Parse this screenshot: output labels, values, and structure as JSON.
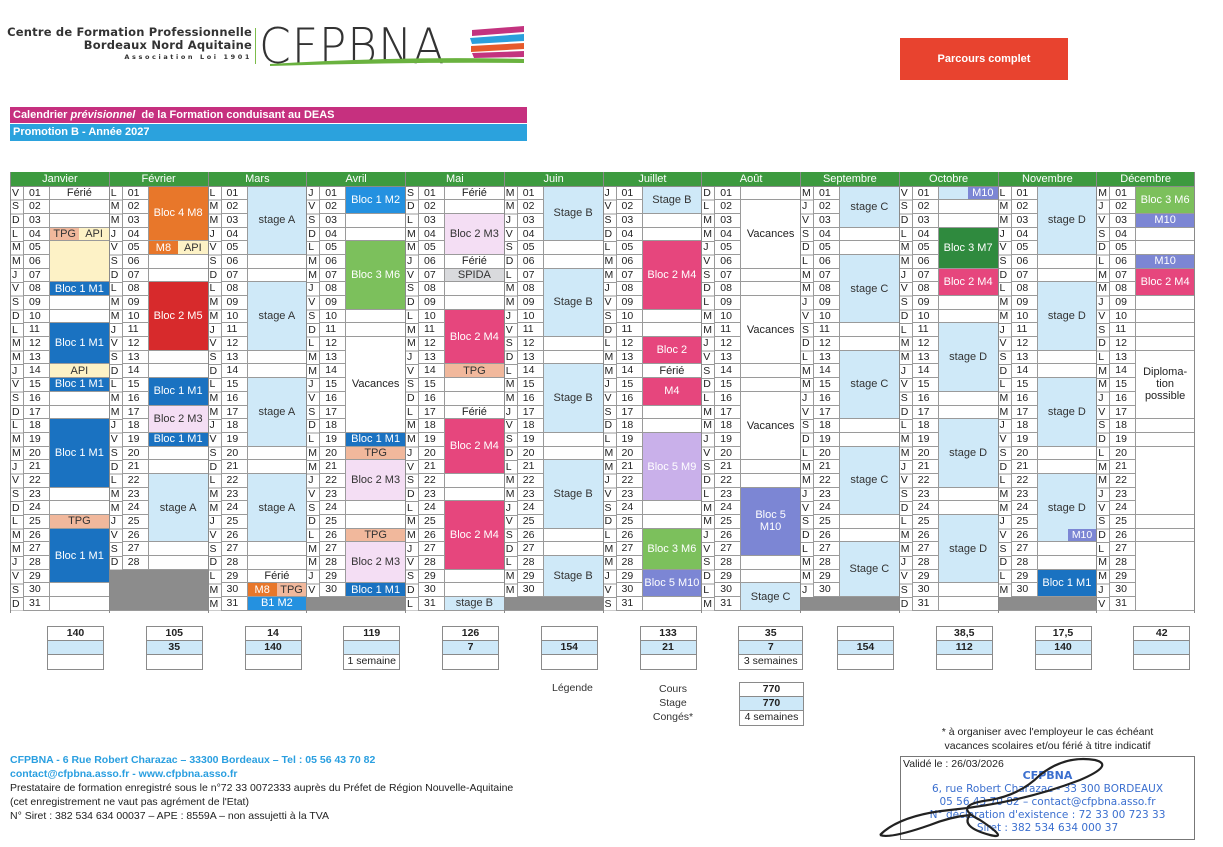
{
  "header": {
    "org_line1": "Centre de Formation Professionnelle",
    "org_line2": "Bordeaux Nord Aquitaine",
    "org_line3": "Association Loi 1901",
    "logo_word": "CFPBNA",
    "title_prefix": "Calendrier ",
    "title_italic": "prévisionnel",
    "title_suffix": "  de la Formation conduisant au DEAS",
    "promotion": "Promotion B - Année 2027",
    "parcours_button": "Parcours complet"
  },
  "palette": {
    "white": {
      "bg": "#ffffff",
      "fg": "#222222"
    },
    "b1": {
      "bg": "#1a72c1",
      "fg": "#ffffff"
    },
    "b1m2": {
      "bg": "#2491e0",
      "fg": "#ffffff"
    },
    "stage": {
      "bg": "#cfe9f8",
      "fg": "#333333"
    },
    "orange": {
      "bg": "#e8772a",
      "fg": "#ffffff"
    },
    "red": {
      "bg": "#d72a2c",
      "fg": "#ffffff"
    },
    "lilac": {
      "bg": "#f4def4",
      "fg": "#333333"
    },
    "green": {
      "bg": "#7cc05c",
      "fg": "#ffffff"
    },
    "dkgreen": {
      "bg": "#2f8a3e",
      "fg": "#ffffff"
    },
    "pink": {
      "bg": "#e6467d",
      "fg": "#ffffff"
    },
    "lav": {
      "bg": "#c9b0ea",
      "fg": "#ffffff"
    },
    "m10": {
      "bg": "#7c86d4",
      "fg": "#ffffff"
    },
    "tpg": {
      "bg": "#f1b89c",
      "fg": "#333333"
    },
    "api": {
      "bg": "#fdf2c6",
      "fg": "#333333"
    },
    "spida": {
      "bg": "#d9dadd",
      "fg": "#333333"
    }
  },
  "calendar": {
    "months": [
      {
        "name": "Janvier",
        "days": 31,
        "weekdays": "VSDLMMJVSDLMMJVSDLMMJVSDLMMJVSD",
        "events": [
          {
            "from": 1,
            "to": 1,
            "label": "Férié",
            "c": "white"
          },
          {
            "from": 4,
            "to": 4,
            "parts": [
              {
                "label": "TPG",
                "c": "tpg"
              },
              {
                "label": "API",
                "c": "api"
              }
            ]
          },
          {
            "from": 5,
            "to": 7,
            "label": "",
            "c": "api"
          },
          {
            "from": 8,
            "to": 8,
            "label": "Bloc 1 M1",
            "c": "b1"
          },
          {
            "from": 11,
            "to": 13,
            "label": "Bloc 1 M1",
            "c": "b1"
          },
          {
            "from": 14,
            "to": 14,
            "label": "API",
            "c": "api"
          },
          {
            "from": 15,
            "to": 15,
            "label": "Bloc 1 M1",
            "c": "b1"
          },
          {
            "from": 18,
            "to": 22,
            "label": "Bloc 1 M1",
            "c": "b1"
          },
          {
            "from": 25,
            "to": 25,
            "label": "TPG",
            "c": "tpg"
          },
          {
            "from": 26,
            "to": 29,
            "label": "Bloc 1 M1",
            "c": "b1"
          }
        ]
      },
      {
        "name": "Février",
        "days": 28,
        "weekdays": "LMMJVSDLMMJVSDLMMJVSDLMMJVSD",
        "events": [
          {
            "from": 1,
            "to": 4,
            "label": "Bloc 4 M8",
            "c": "orange"
          },
          {
            "from": 5,
            "to": 5,
            "parts": [
              {
                "label": "M8",
                "c": "orange"
              },
              {
                "label": "API",
                "c": "api"
              }
            ]
          },
          {
            "from": 8,
            "to": 12,
            "label": "Bloc 2 M5",
            "c": "red"
          },
          {
            "from": 15,
            "to": 16,
            "label": "Bloc 1 M1",
            "c": "b1"
          },
          {
            "from": 17,
            "to": 18,
            "label": "Bloc 2 M3",
            "c": "lilac"
          },
          {
            "from": 19,
            "to": 19,
            "label": "Bloc 1 M1",
            "c": "b1"
          },
          {
            "from": 22,
            "to": 26,
            "label": "stage A",
            "c": "stage"
          }
        ]
      },
      {
        "name": "Mars",
        "days": 31,
        "weekdays": "LMMJVSDLMMJVSDLMMJVSDLMMJVSDLMM",
        "events": [
          {
            "from": 1,
            "to": 5,
            "label": "stage A",
            "c": "stage"
          },
          {
            "from": 8,
            "to": 12,
            "label": "stage A",
            "c": "stage"
          },
          {
            "from": 15,
            "to": 19,
            "label": "stage A",
            "c": "stage"
          },
          {
            "from": 22,
            "to": 26,
            "label": "stage A",
            "c": "stage"
          },
          {
            "from": 29,
            "to": 29,
            "label": "Férié",
            "c": "white"
          },
          {
            "from": 30,
            "to": 30,
            "parts": [
              {
                "label": "M8",
                "c": "orange"
              },
              {
                "label": "TPG",
                "c": "tpg"
              }
            ]
          },
          {
            "from": 31,
            "to": 31,
            "label": "B1 M2",
            "c": "b1m2"
          }
        ]
      },
      {
        "name": "Avril",
        "days": 30,
        "weekdays": "JVSDLMMJVSDLMMJVSDLMMJVSDLMMJV",
        "events": [
          {
            "from": 1,
            "to": 2,
            "label": "Bloc 1 M2",
            "c": "b1m2"
          },
          {
            "from": 5,
            "to": 9,
            "label": "Bloc 3 M6",
            "c": "green"
          },
          {
            "from": 12,
            "to": 18,
            "label": "Vacances",
            "c": "white"
          },
          {
            "from": 19,
            "to": 19,
            "label": "Bloc 1 M1",
            "c": "b1"
          },
          {
            "from": 20,
            "to": 20,
            "label": "TPG",
            "c": "tpg"
          },
          {
            "from": 21,
            "to": 23,
            "label": "Bloc 2 M3",
            "c": "lilac"
          },
          {
            "from": 26,
            "to": 26,
            "label": "TPG",
            "c": "tpg"
          },
          {
            "from": 27,
            "to": 29,
            "label": "Bloc 2 M3",
            "c": "lilac"
          },
          {
            "from": 30,
            "to": 30,
            "label": "Bloc 1 M1",
            "c": "b1"
          }
        ]
      },
      {
        "name": "Mai",
        "days": 31,
        "weekdays": "SDLMMJVSDLMMJVSDLMMJVSDLMMJVSDL",
        "events": [
          {
            "from": 1,
            "to": 1,
            "label": "Férié",
            "c": "white"
          },
          {
            "from": 3,
            "to": 5,
            "label": "Bloc 2 M3",
            "c": "lilac"
          },
          {
            "from": 6,
            "to": 6,
            "label": "Férié",
            "c": "white"
          },
          {
            "from": 7,
            "to": 7,
            "label": "SPIDA",
            "c": "spida"
          },
          {
            "from": 10,
            "to": 13,
            "label": "Bloc 2 M4",
            "c": "pink"
          },
          {
            "from": 14,
            "to": 14,
            "label": "TPG",
            "c": "tpg"
          },
          {
            "from": 17,
            "to": 17,
            "label": "Férié",
            "c": "white"
          },
          {
            "from": 18,
            "to": 21,
            "label": "Bloc 2 M4",
            "c": "pink"
          },
          {
            "from": 24,
            "to": 28,
            "label": "Bloc 2 M4",
            "c": "pink"
          },
          {
            "from": 31,
            "to": 31,
            "label": "stage B",
            "c": "stage"
          }
        ]
      },
      {
        "name": "Juin",
        "days": 30,
        "weekdays": "MMJVSDLMMJVSDLMMJVSDLMMJVSDLMM",
        "events": [
          {
            "from": 1,
            "to": 4,
            "label": "Stage B",
            "c": "stage"
          },
          {
            "from": 7,
            "to": 11,
            "label": "Stage B",
            "c": "stage"
          },
          {
            "from": 14,
            "to": 18,
            "label": "Stage B",
            "c": "stage"
          },
          {
            "from": 21,
            "to": 25,
            "label": "Stage B",
            "c": "stage"
          },
          {
            "from": 28,
            "to": 30,
            "label": "Stage B",
            "c": "stage"
          }
        ]
      },
      {
        "name": "Juillet",
        "days": 31,
        "weekdays": "JVSDLMMJVSDLMMJVSDLMMJVSDLMMJVS",
        "events": [
          {
            "from": 1,
            "to": 2,
            "label": "Stage B",
            "c": "stage"
          },
          {
            "from": 5,
            "to": 9,
            "label": "Bloc 2 M4",
            "c": "pink"
          },
          {
            "from": 12,
            "to": 13,
            "label": "Bloc 2",
            "c": "pink"
          },
          {
            "from": 14,
            "to": 14,
            "label": "Férié",
            "c": "white"
          },
          {
            "from": 15,
            "to": 16,
            "label": "M4",
            "c": "pink"
          },
          {
            "from": 19,
            "to": 23,
            "label": "Bloc 5 M9",
            "c": "lav"
          },
          {
            "from": 26,
            "to": 28,
            "label": "Bloc 3 M6",
            "c": "green"
          },
          {
            "from": 29,
            "to": 30,
            "label": "Bloc 5 M10",
            "c": "m10"
          }
        ]
      },
      {
        "name": "Août",
        "days": 31,
        "weekdays": "DLMMJVSDLMMJVSDLMMJVSDLMMJVSDLM",
        "events": [
          {
            "from": 2,
            "to": 6,
            "label": "Vacances",
            "c": "white"
          },
          {
            "from": 9,
            "to": 13,
            "label": "Vacances",
            "c": "white"
          },
          {
            "from": 16,
            "to": 20,
            "label": "Vacances",
            "c": "white"
          },
          {
            "from": 23,
            "to": 27,
            "label": "Bloc 5\nM10",
            "c": "m10"
          },
          {
            "from": 30,
            "to": 31,
            "label": "Stage C",
            "c": "stage"
          }
        ]
      },
      {
        "name": "Septembre",
        "days": 30,
        "weekdays": "MJVSDLMMJVSDLMMJVSDLMMJVSDLMMJ",
        "events": [
          {
            "from": 1,
            "to": 3,
            "label": "stage C",
            "c": "stage"
          },
          {
            "from": 6,
            "to": 10,
            "label": "stage C",
            "c": "stage"
          },
          {
            "from": 13,
            "to": 17,
            "label": "stage C",
            "c": "stage"
          },
          {
            "from": 20,
            "to": 24,
            "label": "stage C",
            "c": "stage"
          },
          {
            "from": 27,
            "to": 30,
            "label": "Stage C",
            "c": "stage"
          }
        ]
      },
      {
        "name": "Octobre",
        "days": 31,
        "weekdays": "VSDLMMJVSDLMMJVSDLMMJVSDLMMJVSD",
        "events": [
          {
            "from": 1,
            "to": 1,
            "parts": [
              {
                "label": "",
                "c": "stage"
              },
              {
                "label": "M10",
                "c": "m10"
              }
            ]
          },
          {
            "from": 4,
            "to": 6,
            "label": "Bloc 3 M7",
            "c": "dkgreen"
          },
          {
            "from": 7,
            "to": 8,
            "label": "Bloc 2 M4",
            "c": "pink"
          },
          {
            "from": 11,
            "to": 15,
            "label": "stage D",
            "c": "stage"
          },
          {
            "from": 18,
            "to": 22,
            "label": "stage D",
            "c": "stage"
          },
          {
            "from": 25,
            "to": 29,
            "label": "stage D",
            "c": "stage"
          }
        ]
      },
      {
        "name": "Novembre",
        "days": 30,
        "weekdays": "LMMJVSDLMMJVSDLMMJVSDLMMJVSDLM",
        "events": [
          {
            "from": 1,
            "to": 5,
            "label": "stage D",
            "c": "stage"
          },
          {
            "from": 8,
            "to": 12,
            "label": "stage D",
            "c": "stage"
          },
          {
            "from": 15,
            "to": 19,
            "label": "stage D",
            "c": "stage"
          },
          {
            "from": 22,
            "to": 26,
            "label": "stage D",
            "c": "stage",
            "badge": {
              "label": "M10",
              "c": "m10"
            }
          },
          {
            "from": 29,
            "to": 30,
            "label": "Bloc 1 M1",
            "c": "b1"
          }
        ]
      },
      {
        "name": "Décembre",
        "days": 31,
        "weekdays": "MJVSDLMMJVSDLMMJVSDLMMJVSDLMMJV",
        "events": [
          {
            "from": 1,
            "to": 2,
            "label": "Bloc 3 M6",
            "c": "green"
          },
          {
            "from": 3,
            "to": 3,
            "label": "M10",
            "c": "m10"
          },
          {
            "from": 6,
            "to": 6,
            "label": "M10",
            "c": "m10"
          },
          {
            "from": 7,
            "to": 8,
            "label": "Bloc 2 M4",
            "c": "pink"
          },
          {
            "from": 13,
            "to": 17,
            "label": "Diploma-\ntion\npossible",
            "c": "white"
          },
          {
            "from": 20,
            "to": 24,
            "label": "",
            "c": "white"
          },
          {
            "from": 27,
            "to": 31,
            "label": "",
            "c": "white"
          }
        ]
      }
    ]
  },
  "totals": [
    {
      "cours": "140",
      "stage": "",
      "conges": ""
    },
    {
      "cours": "105",
      "stage": "35",
      "conges": ""
    },
    {
      "cours": "14",
      "stage": "140",
      "conges": ""
    },
    {
      "cours": "119",
      "stage": "",
      "conges": "1 semaine"
    },
    {
      "cours": "126",
      "stage": "7",
      "conges": ""
    },
    {
      "cours": "",
      "stage": "154",
      "conges": ""
    },
    {
      "cours": "133",
      "stage": "21",
      "conges": ""
    },
    {
      "cours": "35",
      "stage": "7",
      "conges": "3 semaines"
    },
    {
      "cours": "",
      "stage": "154",
      "conges": ""
    },
    {
      "cours": "38,5",
      "stage": "112",
      "conges": ""
    },
    {
      "cours": "17,5",
      "stage": "140",
      "conges": ""
    },
    {
      "cours": "42",
      "stage": "",
      "conges": ""
    }
  ],
  "legend": {
    "title": "Légende",
    "cours_label": "Cours",
    "stage_label": "Stage",
    "conges_label": "Congés*",
    "cours_total": "770",
    "stage_total": "770",
    "conges_total": "4 semaines"
  },
  "note": {
    "line1": "* à organiser avec l'employeur le cas échéant",
    "line2": "vacances scolaires et/ou férié à titre indicatif"
  },
  "stamp": {
    "validated": "Validé le : 26/03/2026",
    "name": "CFPBNA",
    "address": "6, rue Robert Charazac - 33 300 BORDEAUX",
    "contact": "05 56 43 70 82 – contact@cfpbna.asso.fr",
    "declaration": "N° déclaration d'existence : 72 33 00 723 33",
    "siret": "Siret : 382 534 634 000 37"
  },
  "footer": {
    "address": "CFPBNA - 6 Rue Robert Charazac – 33300 Bordeaux – Tel : 05 56 43 70 82",
    "web": "contact@cfpbna.asso.fr - www.cfpbna.asso.fr",
    "registration": "Prestataire de formation enregistré sous le n°72 33 0072333 auprès du Préfet de Région Nouvelle-Aquitaine",
    "disclaimer": "(cet enregistrement ne vaut pas agrément de l'Etat)",
    "siret": "N° Siret : 382 534 634 00037 – APE : 8559A – non assujetti à la TVA"
  }
}
